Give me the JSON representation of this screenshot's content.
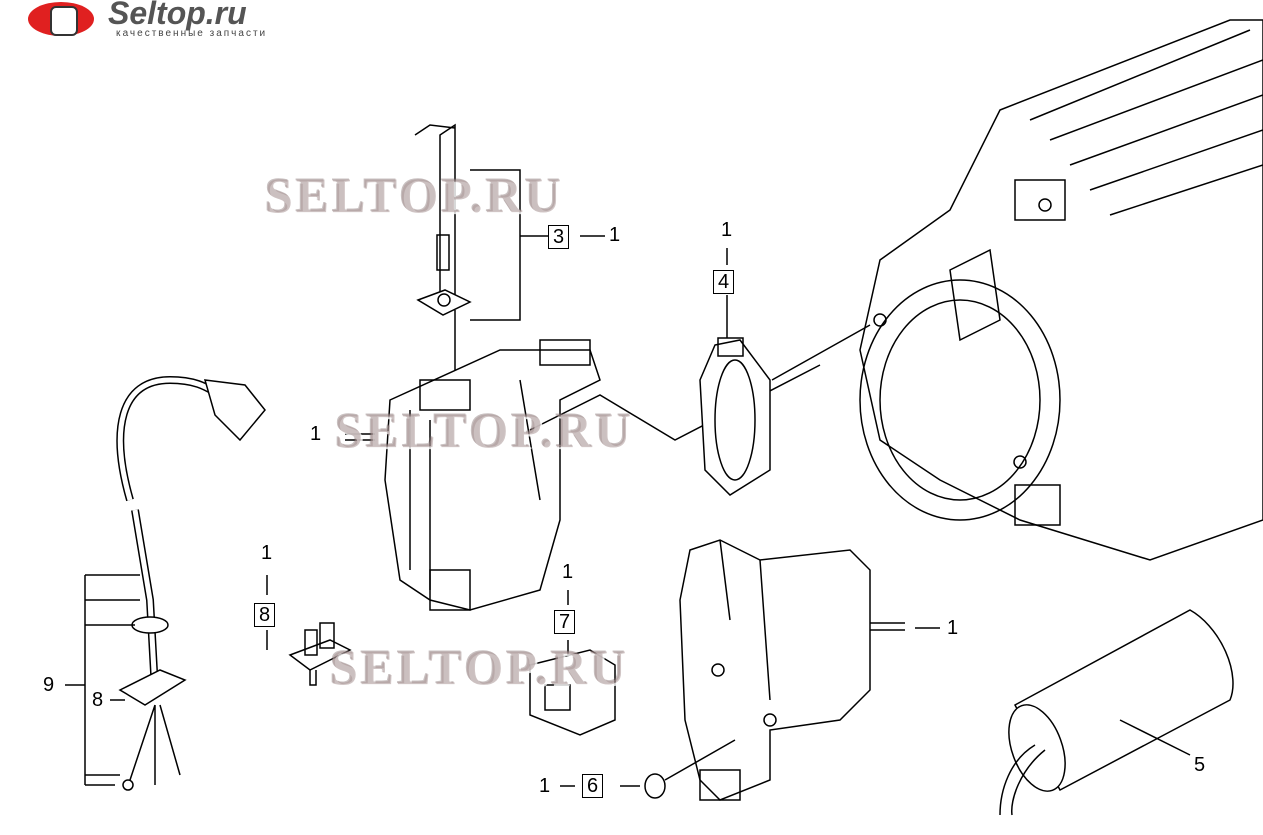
{
  "logo": {
    "name": "Seltop.ru",
    "tagline": "качественные запчасти"
  },
  "watermark": "SELTOP.RU",
  "callouts": {
    "c3": "3",
    "c3_qty": "1",
    "c4": "4",
    "c4_qty": "1",
    "c1_left": "1",
    "c8a": "8",
    "c8a_qty": "1",
    "c7": "7",
    "c7_qty": "1",
    "c1_right": "1",
    "c5": "5",
    "c6": "6",
    "c6_qty": "1",
    "c9": "9",
    "c8b": "8"
  }
}
